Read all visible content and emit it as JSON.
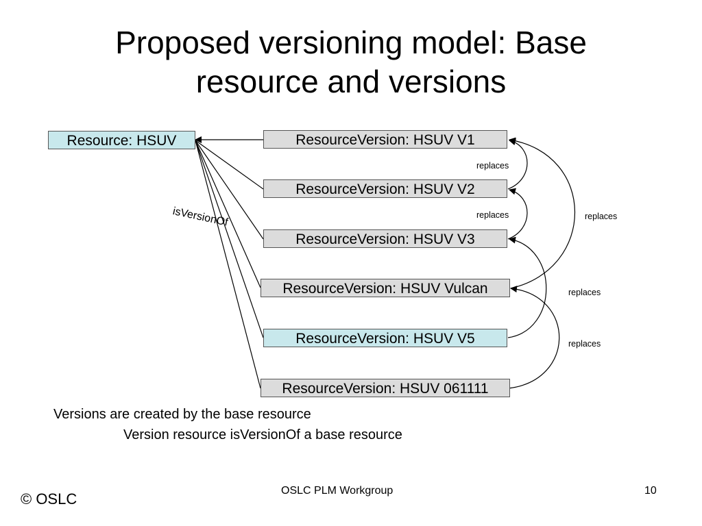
{
  "title": {
    "line1": "Proposed versioning model: Base",
    "line2": "resource and versions"
  },
  "base_resource": "Resource: HSUV",
  "versions": [
    "ResourceVersion: HSUV V1",
    "ResourceVersion: HSUV V2",
    "ResourceVersion: HSUV V3",
    "ResourceVersion: HSUV Vulcan",
    "ResourceVersion: HSUV V5",
    "ResourceVersion: HSUV 061111"
  ],
  "relation_isversionof": "isVersionOf",
  "replaces_labels": [
    "replaces",
    "replaces",
    "replaces",
    "replaces",
    "replaces"
  ],
  "notes": {
    "line1": "Versions are created by the base resource",
    "line2": "Version resource isVersionOf a base resource"
  },
  "footer": {
    "copyright": "© OSLC",
    "center": "OSLC PLM Workgroup",
    "page_number": "10"
  },
  "colors": {
    "gray_box": "#dcdcdc",
    "teal_box": "#c8e8ec",
    "border": "#555555"
  }
}
